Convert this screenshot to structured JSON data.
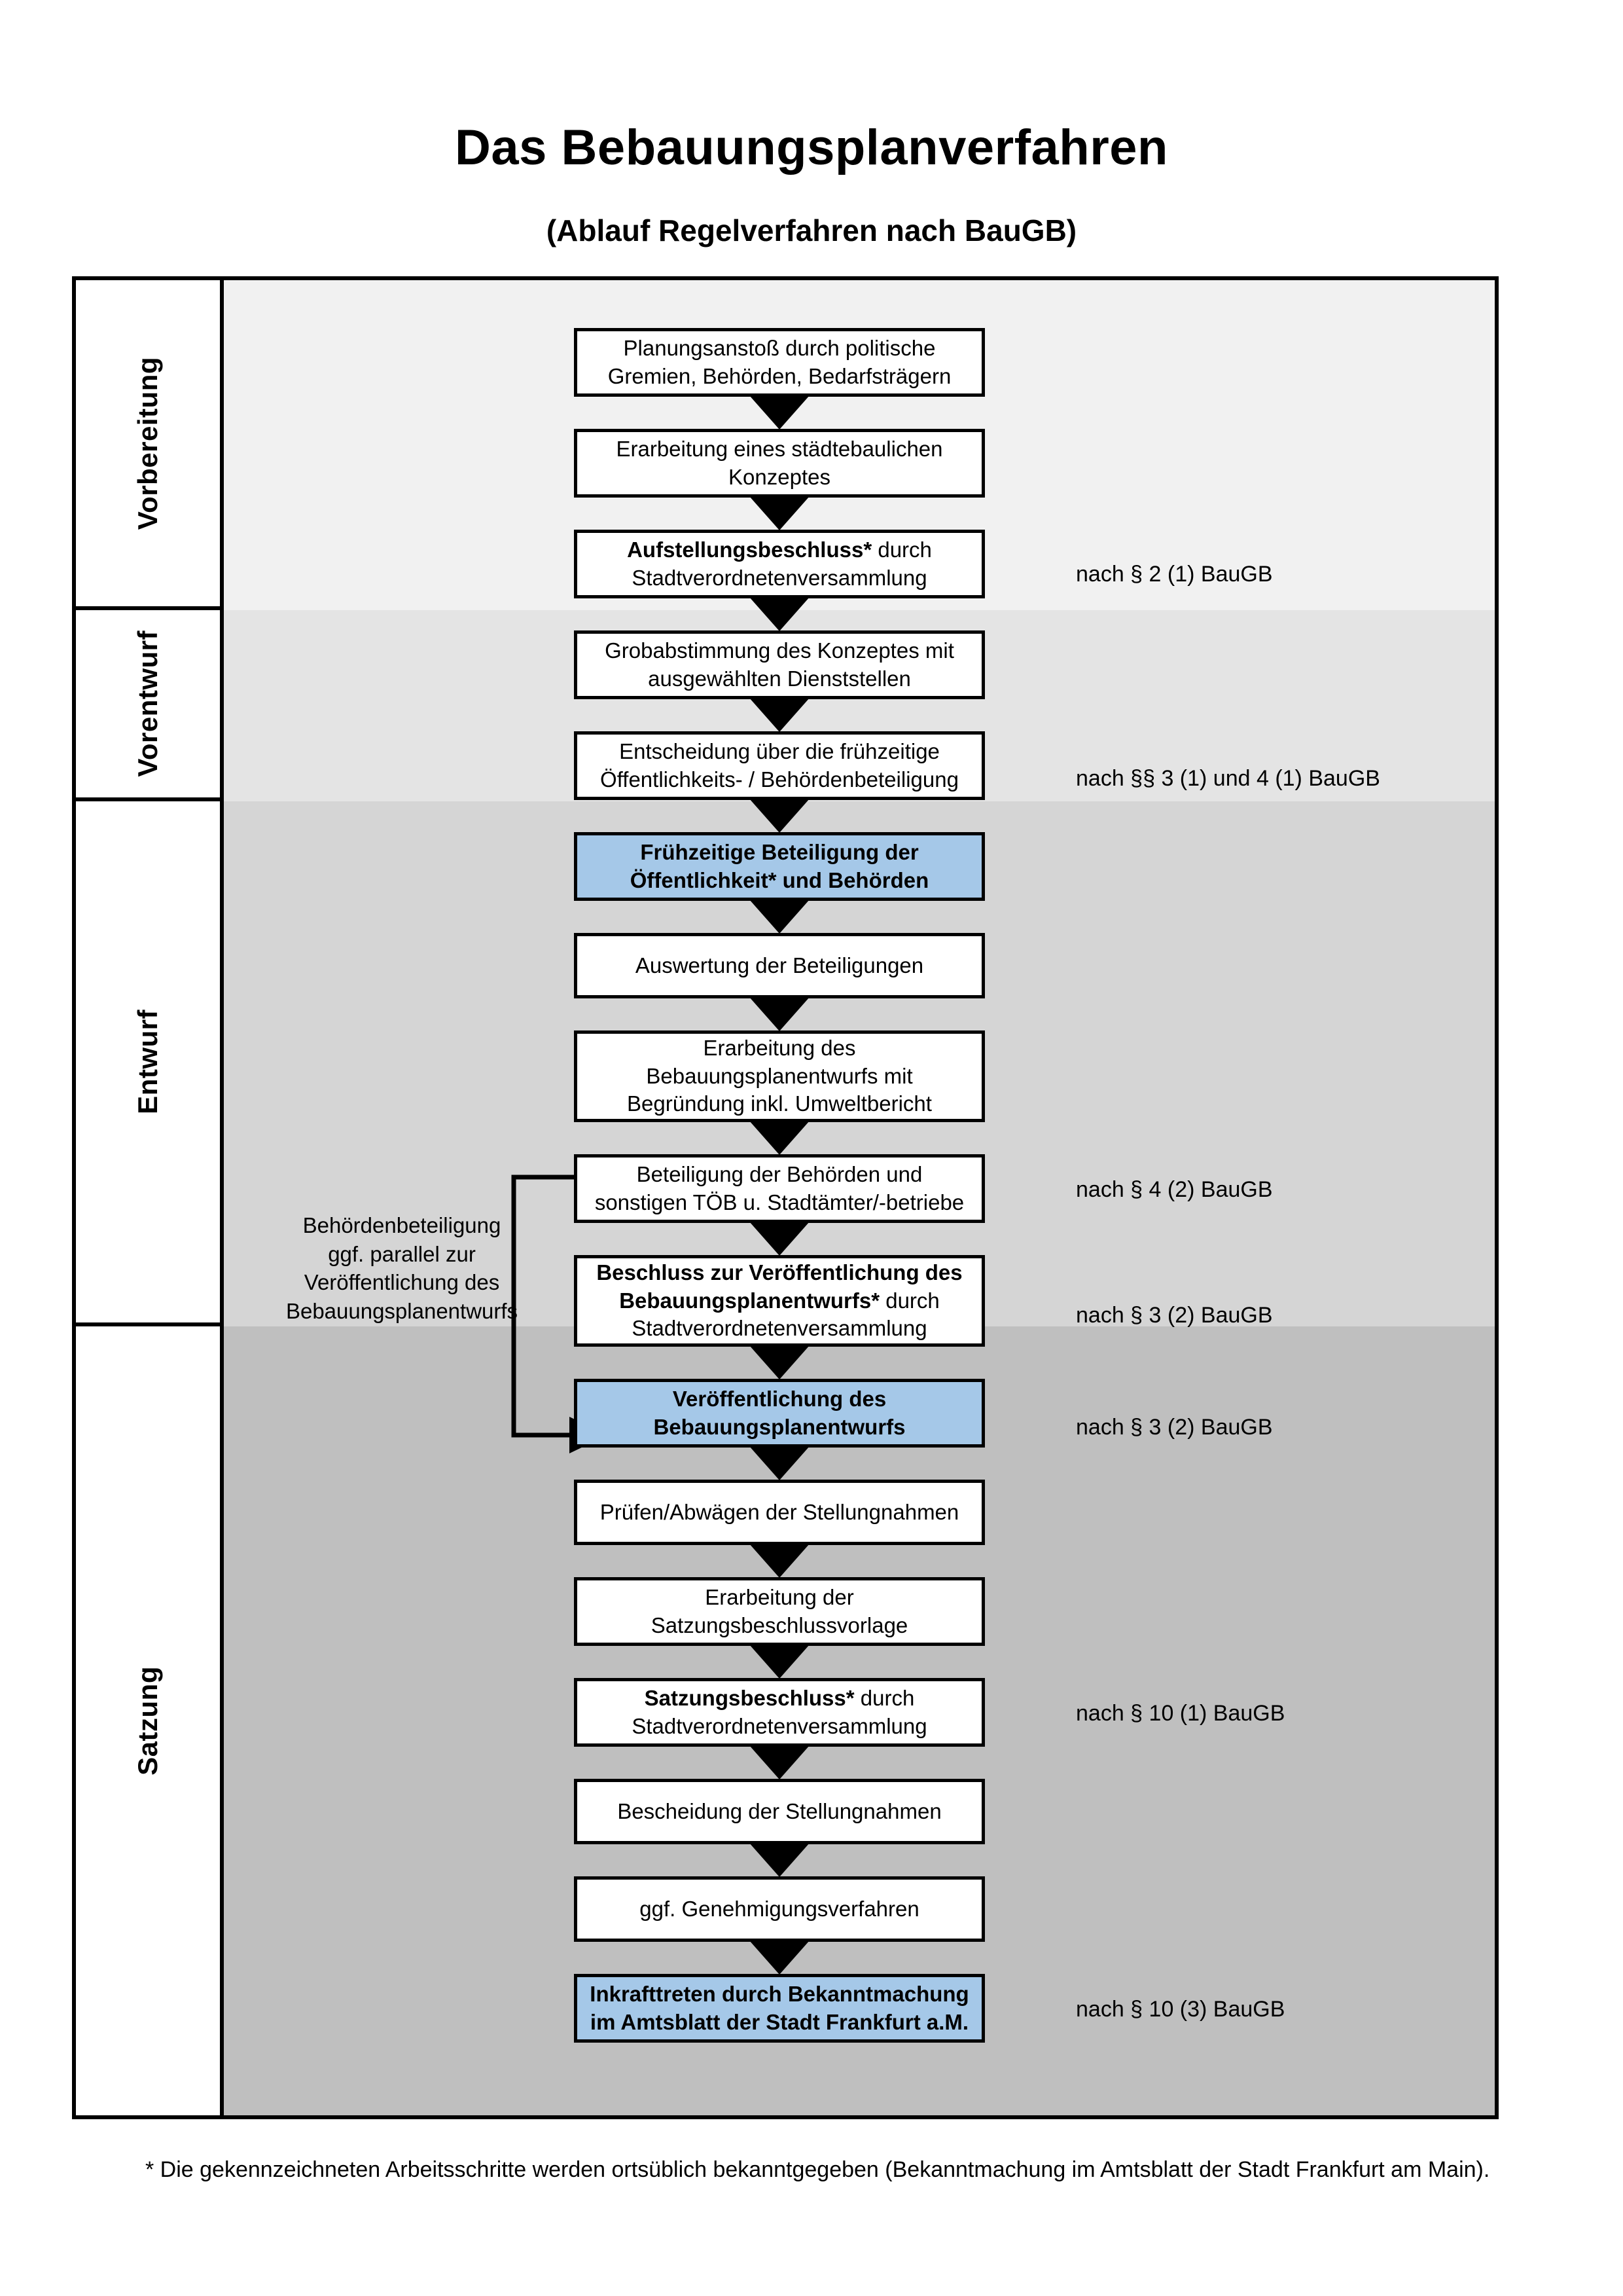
{
  "document": {
    "title": "Das Bebauungsplanverfahren",
    "subtitle": "(Ablauf Regelverfahren nach BauGB)",
    "footnote": "* Die gekennzeichneten Arbeitsschritte werden ortsüblich bekanntgegeben (Bekanntmachung im Amtsblatt  der Stadt Frankfurt am Main)."
  },
  "colors": {
    "highlight_blue": "#a5c8e8",
    "band_vorbereitung": "#f1f1f1",
    "band_vorentwurf": "#e4e4e4",
    "band_entwurf": "#d5d5d5",
    "band_satzung": "#bfbfbf",
    "stroke": "#000000",
    "node_fill": "#ffffff"
  },
  "phases": [
    {
      "id": "vorbereitung",
      "label": "Vorbereitung"
    },
    {
      "id": "vorentwurf",
      "label": "Vorentwurf"
    },
    {
      "id": "entwurf",
      "label": "Entwurf"
    },
    {
      "id": "satzung",
      "label": "Satzung"
    }
  ],
  "steps": [
    {
      "id": "s1",
      "phase": "vorbereitung",
      "highlight": false,
      "lines": [
        {
          "text": "Planungsanstoß durch politische",
          "bold": false
        },
        {
          "text": "Gremien, Behörden, Bedarfsträgern",
          "bold": false
        }
      ]
    },
    {
      "id": "s2",
      "phase": "vorbereitung",
      "highlight": false,
      "lines": [
        {
          "text": "Erarbeitung eines städtebaulichen",
          "bold": false
        },
        {
          "text": "Konzeptes",
          "bold": false
        }
      ]
    },
    {
      "id": "s3",
      "phase": "vorbereitung",
      "highlight": false,
      "lines": [
        {
          "text": "Aufstellungsbeschluss*",
          "bold": true
        },
        {
          "text": " durch",
          "bold": false
        },
        {
          "text": "BREAK",
          "bold": false
        },
        {
          "text": "Stadtverordnetenversammlung",
          "bold": false
        }
      ]
    },
    {
      "id": "s4",
      "phase": "vorentwurf",
      "highlight": false,
      "lines": [
        {
          "text": "Grobabstimmung des Konzeptes mit",
          "bold": false
        },
        {
          "text": "ausgewählten Dienststellen",
          "bold": false
        }
      ]
    },
    {
      "id": "s5",
      "phase": "vorentwurf",
      "highlight": false,
      "lines": [
        {
          "text": "Entscheidung über die frühzeitige",
          "bold": false
        },
        {
          "text": "Öffentlichkeits- / Behördenbeteiligung",
          "bold": false
        }
      ]
    },
    {
      "id": "s6",
      "phase": "vorentwurf",
      "highlight": true,
      "lines": [
        {
          "text": "Frühzeitige Beteiligung der",
          "bold": true
        },
        {
          "text": "Öffentlichkeit* und Behörden",
          "bold": true
        }
      ]
    },
    {
      "id": "s7",
      "phase": "entwurf",
      "highlight": false,
      "lines": [
        {
          "text": "Auswertung der Beteiligungen",
          "bold": false
        }
      ]
    },
    {
      "id": "s8",
      "phase": "entwurf",
      "highlight": false,
      "lines": [
        {
          "text": "Erarbeitung des",
          "bold": false
        },
        {
          "text": "Bebauungsplanentwurfs mit",
          "bold": false
        },
        {
          "text": "Begründung inkl. Umweltbericht",
          "bold": false
        }
      ]
    },
    {
      "id": "s9",
      "phase": "entwurf",
      "highlight": false,
      "lines": [
        {
          "text": "Beteiligung der Behörden und",
          "bold": false
        },
        {
          "text": "sonstigen TÖB u. Stadtämter/-betriebe",
          "bold": false
        }
      ]
    },
    {
      "id": "s10",
      "phase": "entwurf",
      "highlight": false,
      "lines": [
        {
          "text": "Beschluss zur Veröffentlichung des",
          "bold": true
        },
        {
          "text": "Bebauungsplanentwurfs*",
          "bold": true
        },
        {
          "text": " durch",
          "bold": false
        },
        {
          "text": "BREAK",
          "bold": false
        },
        {
          "text": "Stadtverordnetenversammlung",
          "bold": false
        }
      ]
    },
    {
      "id": "s11",
      "phase": "entwurf",
      "highlight": true,
      "lines": [
        {
          "text": "Veröffentlichung des",
          "bold": true
        },
        {
          "text": "Bebauungsplanentwurfs",
          "bold": true
        }
      ]
    },
    {
      "id": "s12",
      "phase": "satzung",
      "highlight": false,
      "lines": [
        {
          "text": "Prüfen/Abwägen der Stellungnahmen",
          "bold": false
        }
      ]
    },
    {
      "id": "s13",
      "phase": "satzung",
      "highlight": false,
      "lines": [
        {
          "text": "Erarbeitung der",
          "bold": false
        },
        {
          "text": "Satzungsbeschlussvorlage",
          "bold": false
        }
      ]
    },
    {
      "id": "s14",
      "phase": "satzung",
      "highlight": false,
      "lines": [
        {
          "text": "Satzungsbeschluss*",
          "bold": true
        },
        {
          "text": " durch",
          "bold": false
        },
        {
          "text": "BREAK",
          "bold": false
        },
        {
          "text": "Stadtverordnetenversammlung",
          "bold": false
        }
      ]
    },
    {
      "id": "s15",
      "phase": "satzung",
      "highlight": false,
      "lines": [
        {
          "text": "Bescheidung der Stellungnahmen",
          "bold": false
        }
      ]
    },
    {
      "id": "s16",
      "phase": "satzung",
      "highlight": false,
      "lines": [
        {
          "text": "ggf. Genehmigungsverfahren",
          "bold": false
        }
      ]
    },
    {
      "id": "s17",
      "phase": "satzung",
      "highlight": true,
      "lines": [
        {
          "text": "Inkrafttreten",
          "bold": true
        },
        {
          "text": " durch Bekanntmachung",
          "bold": false
        },
        {
          "text": "BREAK",
          "bold": false
        },
        {
          "text": "im Amtsblatt der Stadt Frankfurt a.M.",
          "bold": false
        }
      ]
    }
  ],
  "step_text": {
    "s1": "Planungsanstoß durch politische Gremien, Behörden, Bedarfsträgern",
    "s2": "Erarbeitung eines städtebaulichen Konzeptes",
    "s3": "Aufstellungsbeschluss* durch Stadtverordnetenversammlung",
    "s4": "Grobabstimmung des Konzeptes mit ausgewählten Dienststellen",
    "s5": "Entscheidung über die frühzeitige Öffentlichkeits- / Behördenbeteiligung",
    "s6": "Frühzeitige Beteiligung der Öffentlichkeit* und Behörden",
    "s7": "Auswertung der Beteiligungen",
    "s8": "Erarbeitung des Bebauungsplanentwurfs mit Begründung inkl. Umweltbericht",
    "s9": "Beteiligung der Behörden und sonstigen TÖB u. Stadtämter/-betriebe",
    "s10": "Beschluss zur Veröffentlichung des Bebauungsplanentwurfs* durch Stadtverordnetenversammlung",
    "s11": "Veröffentlichung des Bebauungsplanentwurfs",
    "s12": "Prüfen/Abwägen der Stellungnahmen",
    "s13": "Erarbeitung der Satzungsbeschlussvorlage",
    "s14": "Satzungsbeschluss* durch Stadtverordnetenversammlung",
    "s15": "Bescheidung der Stellungnahmen",
    "s16": "ggf. Genehmigungsverfahren",
    "s17": "Inkrafttreten durch Bekanntmachung im Amtsblatt der Stadt Frankfurt a.M."
  },
  "side_note": {
    "lines": [
      "Behördenbeteiligung",
      "ggf. parallel zur",
      "Veröffentlichung des",
      "Bebauungsplanentwurfs"
    ],
    "text": "Behördenbeteiligung ggf. parallel zur Veröffentlichung des Bebauungsplanentwurfs"
  },
  "law_references": [
    {
      "id": "l1",
      "for_step": "s3",
      "text": "nach § 2 (1) BauGB"
    },
    {
      "id": "l2",
      "for_step": "s6",
      "text": "nach §§ 3 (1) und 4 (1) BauGB"
    },
    {
      "id": "l3",
      "for_step": "s9",
      "text": "nach § 4 (2) BauGB"
    },
    {
      "id": "l4",
      "for_step": "s10",
      "text": "nach § 3 (2) BauGB"
    },
    {
      "id": "l5",
      "for_step": "s11",
      "text": "nach § 3 (2) BauGB"
    },
    {
      "id": "l6",
      "for_step": "s14",
      "text": "nach § 10 (1) BauGB"
    },
    {
      "id": "l7",
      "for_step": "s17",
      "text": "nach § 10 (3) BauGB"
    }
  ]
}
